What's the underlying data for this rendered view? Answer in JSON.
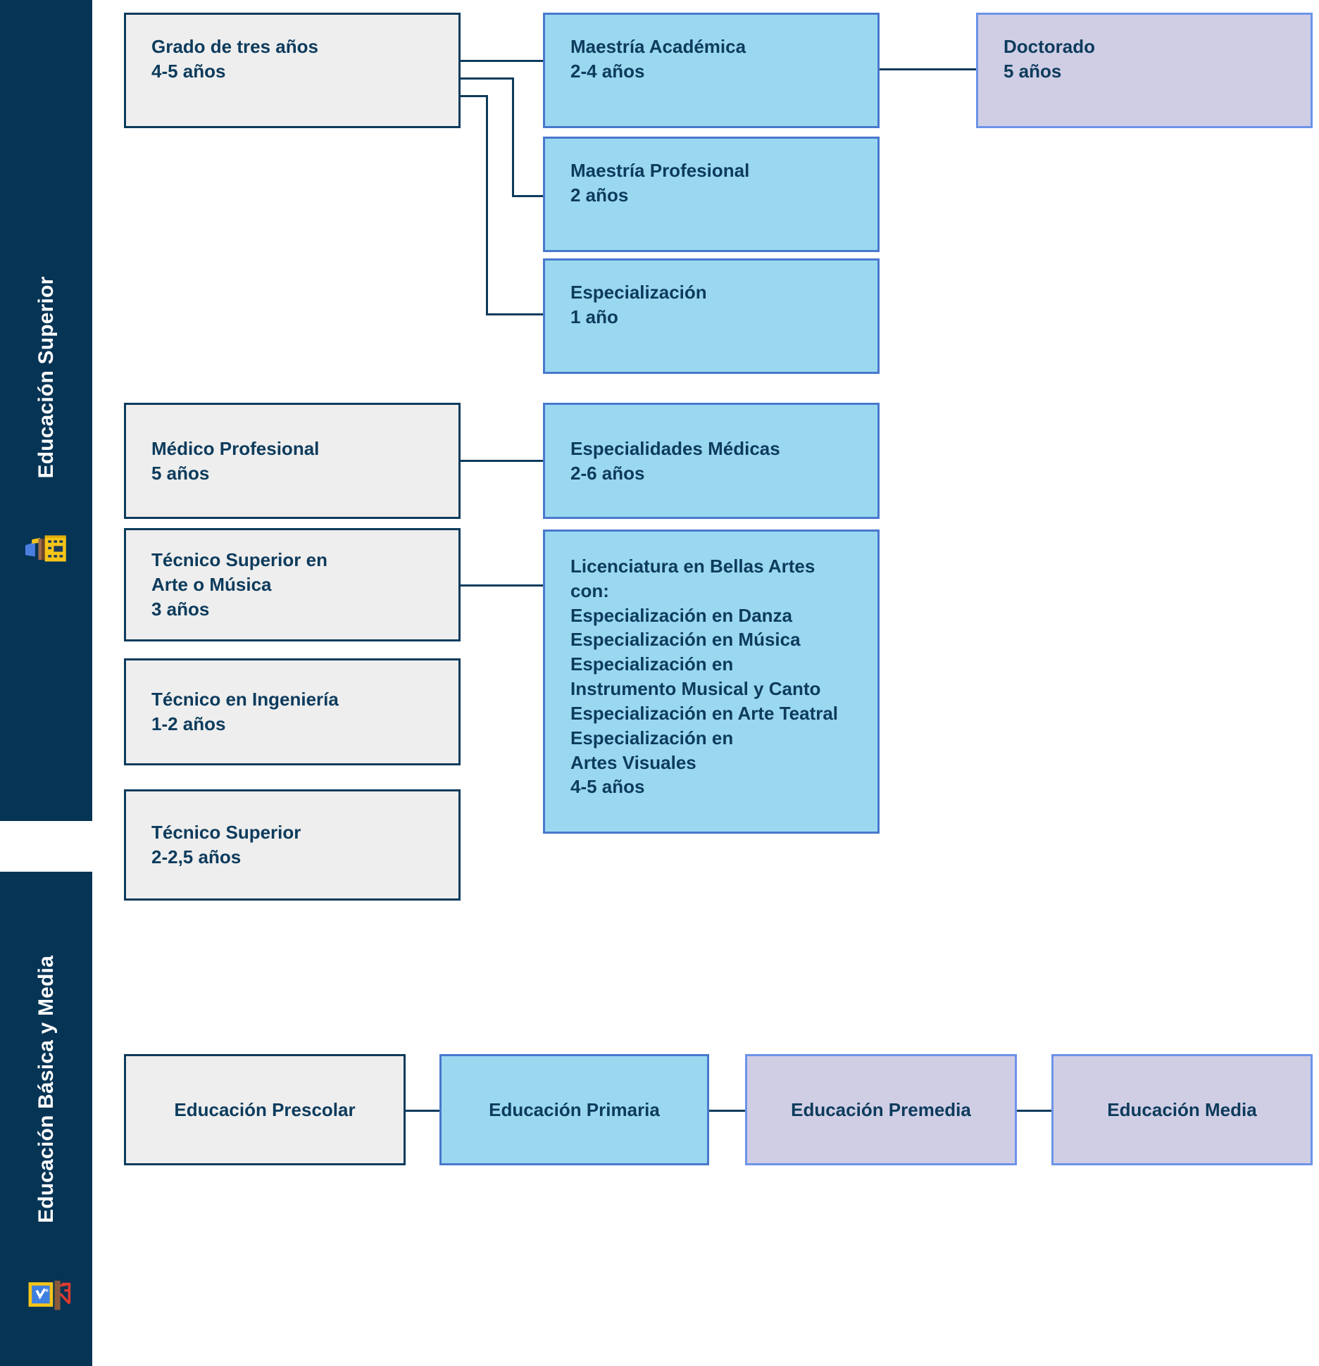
{
  "sections": [
    {
      "id": "superior",
      "label": "Educación Superior",
      "icon": "university-building-icon",
      "band_color": "#063455"
    },
    {
      "id": "basica",
      "label": "Educación Básica y Media",
      "icon": "school-desk-icon",
      "band_color": "#063455"
    }
  ],
  "colors": {
    "grey_fill": "#eeeeee",
    "grey_border": "#0d3b5c",
    "blue_fill": "#9ad8f0",
    "blue_border": "#4878cd",
    "purple_fill": "#d0cee5",
    "purple_border": "#6d93e8",
    "text": "#0d3b5c",
    "band": "#063455",
    "connector": "#0d3b5c"
  },
  "nodes": {
    "grado_tres_anos": {
      "title": "Grado de tres años",
      "duration": "4-5 años",
      "text": "Grado de tres años\n4-5 años",
      "style": "grey"
    },
    "maestria_academica": {
      "title": "Maestría Académica",
      "duration": "2-4 años",
      "text": "Maestría Académica\n2-4 años",
      "style": "blue"
    },
    "doctorado": {
      "title": "Doctorado",
      "duration": "5 años",
      "text": "Doctorado\n5 años",
      "style": "purple"
    },
    "maestria_profesional": {
      "title": "Maestría Profesional",
      "duration": "2 años",
      "text": "Maestría Profesional\n2 años",
      "style": "blue"
    },
    "especializacion": {
      "title": "Especialización",
      "duration": "1 año",
      "text": "Especialización\n1 año",
      "style": "blue"
    },
    "medico_profesional": {
      "title": "Médico Profesional",
      "duration": "5 años",
      "text": "Médico Profesional\n5 años",
      "style": "grey"
    },
    "especialidades_medicas": {
      "title": "Especialidades Médicas",
      "duration": "2-6 años",
      "text": " Especialidades Médicas\n2-6 años",
      "style": "blue"
    },
    "tecnico_superior_arte": {
      "title": "Técnico Superior en Arte o Música",
      "duration": "3 años",
      "text": "Técnico Superior en\nArte o Música\n3 años",
      "style": "grey"
    },
    "licenciatura_bellas_artes": {
      "title": "Licenciatura en Bellas Artes con:",
      "duration": "4-5 años",
      "specializations": [
        "Especialización en Danza",
        "Especialización en Música",
        "Especialización en Instrumento Musical y Canto",
        "Especialización en Arte Teatral",
        "Especialización en Artes Visuales"
      ],
      "text": "Licenciatura en Bellas Artes\ncon:\nEspecialización en Danza\nEspecialización en Música\nEspecialización en\nInstrumento Musical y Canto\nEspecialización en Arte Teatral\nEspecialización en\nArtes Visuales\n4-5 años",
      "style": "blue"
    },
    "tecnico_ingenieria": {
      "title": "Técnico en Ingeniería",
      "duration": "1-2 años",
      "text": "Técnico en Ingeniería\n1-2 años",
      "style": "grey"
    },
    "tecnico_superior": {
      "title": "Técnico Superior",
      "duration": "2-2,5 años",
      "text": "Técnico Superior\n2-2,5 años",
      "style": "grey"
    },
    "educacion_prescolar": {
      "title": "Educación Prescolar",
      "text": "Educación Prescolar",
      "style": "grey"
    },
    "educacion_primaria": {
      "title": "Educación Primaria",
      "text": "Educación Primaria",
      "style": "blue"
    },
    "educacion_premedia": {
      "title": "Educación Premedia",
      "text": "Educación Premedia",
      "style": "purple"
    },
    "educacion_media": {
      "title": "Educación Media",
      "text": "Educación Media",
      "style": "purple"
    }
  },
  "edges": [
    {
      "from": "grado_tres_anos",
      "to": "maestria_academica"
    },
    {
      "from": "grado_tres_anos",
      "to": "maestria_profesional"
    },
    {
      "from": "grado_tres_anos",
      "to": "especializacion"
    },
    {
      "from": "maestria_academica",
      "to": "doctorado"
    },
    {
      "from": "medico_profesional",
      "to": "especialidades_medicas"
    },
    {
      "from": "tecnico_superior_arte",
      "to": "licenciatura_bellas_artes"
    },
    {
      "from": "educacion_prescolar",
      "to": "educacion_primaria"
    },
    {
      "from": "educacion_primaria",
      "to": "educacion_premedia"
    },
    {
      "from": "educacion_premedia",
      "to": "educacion_media"
    }
  ]
}
